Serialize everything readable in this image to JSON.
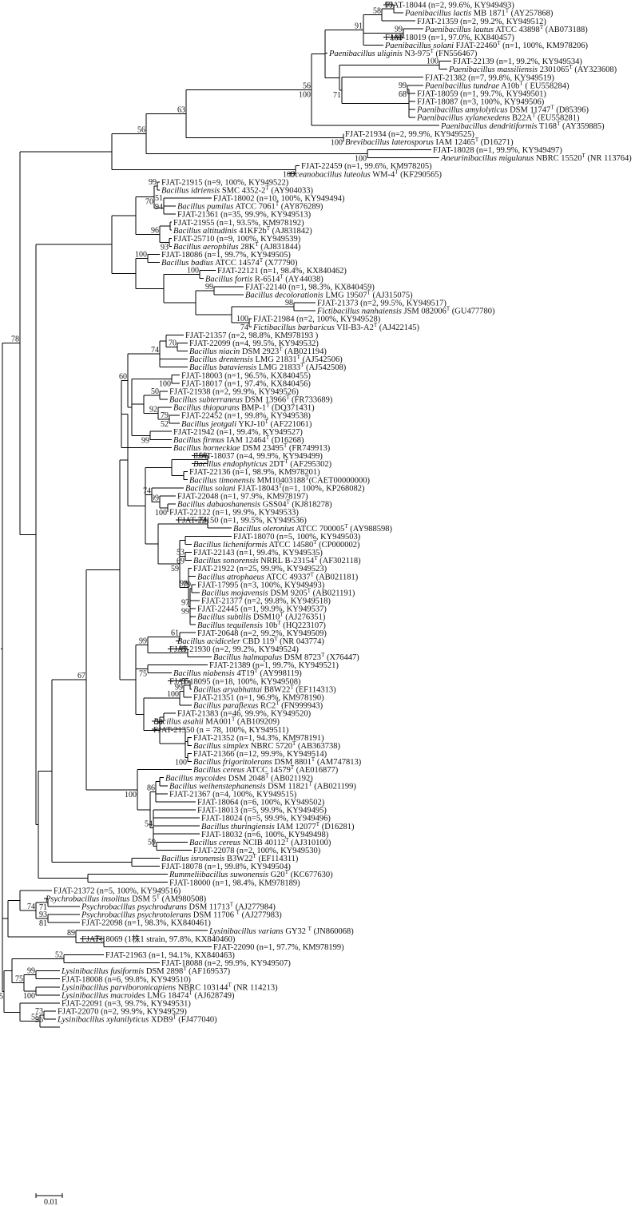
{
  "tree": {
    "leaves": [
      {
        "plain": "FJAT-18044 (n=2, 99.6%, KY949493)"
      },
      {
        "sp": "Paenibacillus lactis",
        "plain": " MB 1871",
        "sup": "T",
        "tail": " (AY257868)"
      },
      {
        "plain": "FJAT-21359 (n=2, 99.2%, KY949512)"
      },
      {
        "sp": "Paenibacillus lautus",
        "plain": " ATCC 43898",
        "sup": "T",
        "tail": " (AB073188)"
      },
      {
        "plain": "FJAT-18019 (n=1, 97.0%, KX840457)"
      },
      {
        "sp": "Paenibacillus solani",
        "plain": " FJAT-22460",
        "sup": "T",
        "tail": " (n=1, 100%, KM978206)"
      },
      {
        "sp": "Paenibacillus uliginis",
        "plain": " N3-975",
        "sup": "T",
        "tail": " (FN556467)"
      },
      {
        "plain": "FJAT-22139 (n=1, 99.2%, KY949534)"
      },
      {
        "sp": "Paenibacillus massiliensis",
        "plain": " 2301065",
        "sup": "T",
        "tail": " (AY323608)"
      },
      {
        "plain": "FJAT-21382 (n=7, 99.8%, KY949519)"
      },
      {
        "sp": "Paenibacillus tundrae",
        "plain": " A10b",
        "sup": "T",
        "tail": " ( EU558284)"
      },
      {
        "plain": "FJAT-18059 (n=1, 99.7%, KY949501)"
      },
      {
        "plain": "FJAT-18087 (n=3, 100%, KY949506)"
      },
      {
        "sp": "Paenibacillus amylolyticus",
        "plain": " DSM 11747",
        "sup": "T",
        "tail": " (D85396)"
      },
      {
        "sp": "Paenibacillus xylanexedens",
        "plain": " B22A",
        "sup": "T",
        "tail": " (EU558281)"
      },
      {
        "sp": "Paenibacillus dendritiformis",
        "plain": " T168",
        "sup": "T",
        "tail": " (AY359885)"
      },
      {
        "plain": "FJAT-21934 (n=2, 99.9%, KY949525)"
      },
      {
        "sp": "Brevibacillus laterosporus",
        "plain": " IAM 12465",
        "sup": "T",
        "tail": " (D16271)"
      },
      {
        "plain": "FJAT-18028 (n=1, 99.9%, KY949497)"
      },
      {
        "sp": "Aneurinibacillus migulanus",
        "plain": " NBRC 15520",
        "sup": "T",
        "tail": " (NR 113764)"
      },
      {
        "plain": "FJAT-22459 (n=1, 99.6%, KM978205)"
      },
      {
        "sp": "Oceanobacillus luteolus",
        "plain": " WM-4",
        "sup": "T",
        "tail": " (KF290565)"
      },
      {
        "plain": "FJAT-21915 (n=9, 100%, KY949522)"
      },
      {
        "sp": "Bacillus idriensis",
        "plain": " SMC 4352-2",
        "sup": "T",
        "tail": " (AY904033)"
      },
      {
        "plain": "FJAT-18002 (n=10, 100%, KY949494)"
      },
      {
        "sp": "Bacillus pumilus",
        "plain": " ATCC 7061",
        "sup": "T",
        "tail": " (AY876289)"
      },
      {
        "plain": "FJAT-21361 (n=35, 99.9%, KY949513)"
      },
      {
        "plain": "FJAT-21955 (n=1, 93.5%, KM978192)"
      },
      {
        "sp": "Bacillus altitudinis",
        "plain": " 41KF2b",
        "sup": "T",
        "tail": " (AJ831842)"
      },
      {
        "plain": "FJAT-25710 (n=9, 100%, KY949539)"
      },
      {
        "sp": "Bacillus aerophilus",
        "plain": " 28K",
        "sup": "T",
        "tail": " (AJ831844)"
      },
      {
        "plain": "FJAT-18086 (n=1, 99.7%, KY949505)"
      },
      {
        "sp": "Bacillus badius",
        "plain": " ATCC 14574",
        "sup": "T",
        "tail": " (X77790)"
      },
      {
        "plain": "FJAT-22121 (n=1, 98.4%, KX840462)"
      },
      {
        "sp": "Bacillus fortis",
        "plain": " R-6514",
        "sup": "T",
        "tail": " (AY44038)"
      },
      {
        "plain": "FJAT-22140 (n=1, 98.3%, KX840459)"
      },
      {
        "sp": "Bacillus decolorationis",
        "plain": " LMG 19507",
        "sup": "T",
        "tail": " (AJ315075)"
      },
      {
        "plain": "FJAT-21373 (n=2, 99.5%, KY949517)"
      },
      {
        "sp": "Fictibacillus nanhaiensis",
        "plain": " JSM 082006",
        "sup": "T",
        "tail": " (GU477780)"
      },
      {
        "plain": "FJAT-21984 (n=2, 100%, KY949528)"
      },
      {
        "sp": "Fictibacillus barbaricus",
        "plain": " VII-B3-A2",
        "sup": "T",
        "tail": " (AJ422145)"
      },
      {
        "plain": "FJAT-21357 (n=2, 98.8%, KM978193 )"
      },
      {
        "plain": "FJAT-22099 (n=4, 99.5%, KY949532)"
      },
      {
        "sp": "Bacillus niacin",
        "plain": " DSM 2923",
        "sup": "T",
        "tail": " (AB021194)"
      },
      {
        "sp": "Bacillus drentensis",
        "plain": " LMG 21831",
        "sup": "T",
        "tail": " (AJ542506)"
      },
      {
        "sp": "Bacillus bataviensis",
        "plain": " LMG 21833",
        "sup": "T",
        "tail": " (AJ542508)"
      },
      {
        "plain": "FJAT-18003 (n=1, 96.5%, KX840455)"
      },
      {
        "plain": "FJAT-18017 (n=1, 97.4%, KX840456)"
      },
      {
        "plain": "FJAT-21938 (n=2, 99.9%, KY949526)"
      },
      {
        "sp": "Bacillus subterraneus",
        "plain": " DSM 13966",
        "sup": "T",
        "tail": " (FR733689)"
      },
      {
        "sp": "Bacillus thioparans",
        "plain": " BMP-1",
        "sup": "T",
        "tail": " (DQ371431)"
      },
      {
        "plain": "FJAT-22452 (n=1, 99.8%, KY949538)"
      },
      {
        "sp": "Bacillus jeotgali",
        "plain": " YKJ-10",
        "sup": "T",
        "tail": " (AF221061)"
      },
      {
        "plain": "FJAT-21942 (n=1, 99.4%, KY949527)"
      },
      {
        "sp": "Bacillus firmus",
        "plain": " IAM 12464",
        "sup": "T",
        "tail": " (D16268)"
      },
      {
        "sp": "Bacillus horneckiae",
        "plain": " DSM 23495",
        "sup": "T",
        "tail": " (FR749913)"
      },
      {
        "plain": "FJAT-18037 (n=4, 99.9%, KY949499)"
      },
      {
        "sp": "Bacillus endophyticus",
        "plain": " 2DT",
        "sup": "T",
        "tail": " (AF295302)"
      },
      {
        "plain": "FJAT-22136 (n=1, 98.9%, KM978201)"
      },
      {
        "sp": "Bacillus timonensis",
        "plain": " MM10403188",
        "sup": "T",
        "tail": "(CAET00000000)"
      },
      {
        "sp": "Bacillus solani",
        "plain": " FJAT-18043",
        "sup": "T",
        "tail": "(n=1, 100%, KP268082)"
      },
      {
        "plain": "FJAT-22048 (n=1, 97.9%, KM978197)"
      },
      {
        "sp": "Bacillus dabaoshanensis",
        "plain": " GSS04",
        "sup": "T",
        "tail": " (KJ818278)"
      },
      {
        "plain": "FJAT-22122 (n=1, 99.9%, KY949533)"
      },
      {
        "plain": "FJAT-22150 (n=1, 99.5%, KY949536)"
      },
      {
        "sp": "Bacillus oleronius",
        "plain": " ATCC 700005",
        "sup": "T",
        "tail": " (AY988598)"
      },
      {
        "plain": "FJAT-18070 (n=5, 100%, KY949503)"
      },
      {
        "sp": "Bacillus licheniformis",
        "plain": " ATCC 14580",
        "sup": "T",
        "tail": " (CP000002)"
      },
      {
        "plain": "FJAT-22143 (n=1, 99.4%, KY949535)"
      },
      {
        "sp": "Bacillus sonorensis",
        "plain": " NRRL B-23154",
        "sup": "T",
        "tail": " (AF302118)"
      },
      {
        "plain": "FJAT-21922 (n=25, 99.9%, KY949523)"
      },
      {
        "sp": "Bacillus atrophaeus",
        "plain": " ATCC 49337",
        "sup": "T",
        "tail": " (AB021181)"
      },
      {
        "plain": "FJAT-17995 (n=3, 100%, KY949493)"
      },
      {
        "sp": "Bacillus mojavensis",
        "plain": " DSM 9205",
        "sup": "T",
        "tail": " (AB021191)"
      },
      {
        "plain": "FJAT-21377 (n=2, 99.8%, KY949518)"
      },
      {
        "plain": "FJAT-22445 (n=1, 99.9%, KY949537)"
      },
      {
        "sp": "Bacillus subtilis",
        "plain": " DSM10",
        "sup": "T",
        "tail": " (AJ276351)"
      },
      {
        "sp": "Bacillus tequilensis",
        "plain": " 10b",
        "sup": "T",
        "tail": " (HQ223107)"
      },
      {
        "plain": "FJAT-20648 (n=2, 99.2%, KY949509)"
      },
      {
        "sp": "Bacillus acidiceler",
        "plain": " CBD 119",
        "sup": "T",
        "tail": " (NR 043774)"
      },
      {
        "plain": "FJAT-21930 (n=2, 99.2%, KY949524)"
      },
      {
        "sp": "Bacillus halmapalus",
        "plain": " DSM 8723",
        "sup": "T",
        "tail": " (X76447)"
      },
      {
        "plain": "FJAT-21389 (n=1, 99.7%, KY949521)"
      },
      {
        "sp": "Bacillus niabensis",
        "plain": " 4T19",
        "sup": "T",
        "tail": " (AY998119)"
      },
      {
        "plain": "FJAT-18095 (n=18, 100%, KY949508)"
      },
      {
        "sp": "Bacillus aryabhattai",
        "plain": " B8W22",
        "sup": "T",
        "tail": " (EF114313)"
      },
      {
        "plain": "FJAT-21351 (n=1, 96.9%, KM978190)"
      },
      {
        "sp": "Bacillus paraflexus",
        "plain": " RC2",
        "sup": "T",
        "tail": " (FN999943)"
      },
      {
        "plain": "FJAT-21383 (n=46, 99.9%, KY949520)"
      },
      {
        "sp": "Bacillus asahii",
        "plain": " MA001",
        "sup": "T",
        "tail": " (AB109209)"
      },
      {
        "plain": "FJAT-21350 (n = 78, 100%, KY949511)"
      },
      {
        "plain": "FJAT-21352 (n=1, 94.3%, KM978191)"
      },
      {
        "sp": "Bacillus simplex",
        "plain": " NBRC 5720",
        "sup": "T",
        "tail": " (AB363738)"
      },
      {
        "plain": "FJAT-21366 (n=12, 99.9%, KY949514)"
      },
      {
        "sp": "Bacillus frigoritolerans",
        "plain": " DSM 8801",
        "sup": "T",
        "tail": " (AM747813)"
      },
      {
        "sp": "Bacillus cereus",
        "plain": " ATCC 14579",
        "sup": "T",
        "tail": " (AE016877)"
      },
      {
        "sp": "Bacillus mycoides",
        "plain": " DSM 2048",
        "sup": "T",
        "tail": " (AB021192)"
      },
      {
        "sp": "Bacillus weihenstephanensis",
        "plain": " DSM 11821",
        "sup": "T",
        "tail": " (AB021199)"
      },
      {
        "plain": "FJAT-21367 (n=4, 100%, KY949515)"
      },
      {
        "plain": "FJAT-18064 (n=6, 100%, KY949502)"
      },
      {
        "plain": "FJAT-18013 (n=5, 99.9%, KY949495)"
      },
      {
        "plain": "FJAT-18024 (n=5, 99.9%, KY949496)"
      },
      {
        "sp": "Bacillus thuringiensis",
        "plain": " IAM 12077",
        "sup": "T",
        "tail": " (D16281)"
      },
      {
        "plain": "FJAT-18032 (n=6, 100%, KY949498)"
      },
      {
        "sp": "Bacillus cereus",
        "plain": " NCIB 40112",
        "sup": "T",
        "tail": " (AJ310100)"
      },
      {
        "plain": "FJAT-22078 (n=2, 100%, KY949530)"
      },
      {
        "sp": "Bacillus isronensis",
        "plain": " B3W22",
        "sup": "T",
        "tail": " (EF114311)"
      },
      {
        "plain": "FJAT-18078 (n=1, 99.8%, KY949504)"
      },
      {
        "sp": "Rummeliibacillus suwonensis",
        "plain": " G20",
        "sup": "T",
        "tail": " (KC677630)"
      },
      {
        "plain": "FJAT-18000 (n=1, 98.4%, KM978189)"
      },
      {
        "plain": "FJAT-21372 (n=5, 100%, KY949516)"
      },
      {
        "sp": "Psychrobacillus insolitus",
        "plain": " DSM 5",
        "sup": "T",
        "tail": " (AM980508)"
      },
      {
        "sp": "Psychrobacillus psychrodurans",
        "plain": " DSM 11713",
        "sup": "T",
        "tail": " (AJ277984)"
      },
      {
        "sp": "Psychrobacillus psychrotolerans",
        "plain": " DSM 11706 ",
        "sup": "T",
        "tail": " (AJ277983)"
      },
      {
        "plain": "FJAT-22098 (n=1, 98.3%, KX840461)"
      },
      {
        "sp": "Lysinibacillus varians",
        "plain": " GY32 ",
        "sup": "T",
        "tail": " (JN860068)"
      },
      {
        "plain": "FJAT-18069 (1株1 strain, 97.8%, KX840460)"
      },
      {
        "plain": "FJAT-22090 (n=1, 97.7%, KM978199)"
      },
      {
        "plain": "FJAT-21963 (n=1, 94.1%, KX840463)"
      },
      {
        "plain": "FJAT-18088 (n=2, 99.9%, KY949507)"
      },
      {
        "sp": "Lysinibacillus fusiformis",
        "plain": " DSM 2898",
        "sup": "T",
        "tail": " (AF169537)"
      },
      {
        "plain": "FJAT-18008 (n=6, 99.8%, KY949510)"
      },
      {
        "sp": "Lysinibacillus parviboronicapiens",
        "plain": " NBRC 103144",
        "sup": "T",
        "tail": " (NR 114213)"
      },
      {
        "sp": "Lysinibacillus macroides",
        "plain": " LMG 18474",
        "sup": "T",
        "tail": " (AJ628749)"
      },
      {
        "plain": "FJAT-22091 (n=3, 99.7%, KY949531)"
      },
      {
        "plain": "FJAT-22070 (n=2, 99.9%, KY949529)"
      },
      {
        "sp": "Lysinibacillus xylanilyticus",
        "plain": " XDB9",
        "sup": "T",
        "tail": " (FJ477040)"
      }
    ],
    "bootstrap": [
      "99",
      "58",
      "91",
      "99",
      "100",
      "56",
      "100",
      "71",
      "99",
      "68",
      "100",
      "63",
      "56",
      "100",
      "100",
      "100",
      "99",
      "70",
      "51",
      "94",
      "96",
      "93",
      "100",
      "100",
      "99",
      "98",
      "74",
      "100",
      "70",
      "74",
      "60",
      "100",
      "50",
      "92",
      "79",
      "52",
      "99",
      "100",
      "74",
      "99",
      "100",
      "74",
      "79",
      "53",
      "69",
      "98",
      "59",
      "97",
      "99",
      "61",
      "99",
      "99",
      "75",
      "95",
      "99",
      "100",
      "59",
      "100",
      "86",
      "100",
      "54",
      "59",
      "67",
      "78",
      "74",
      "71",
      "93",
      "81",
      "89",
      "52",
      "71",
      "99",
      "75",
      "100",
      "95",
      "73",
      "55",
      "96"
    ],
    "scale_bar": "0.01"
  }
}
